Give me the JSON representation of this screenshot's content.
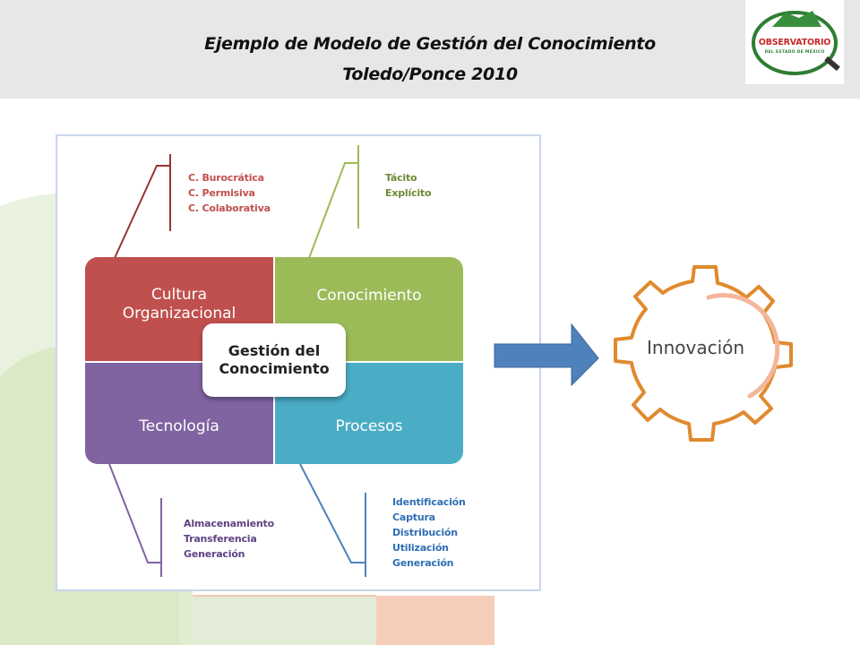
{
  "header": {
    "title_line1": "Ejemplo de Modelo de Gestión del Conocimiento",
    "title_line2": "Toledo/Ponce 2010"
  },
  "logo": {
    "name": "OBSERVATORIO",
    "subtitle": "DEL ESTADO DE MÉXICO"
  },
  "diagram": {
    "center": [
      "Gestión del",
      "Conocimiento"
    ],
    "quadrants": {
      "cultura": [
        "Cultura",
        "Organizacional"
      ],
      "conocimiento": "Conocimiento",
      "tecnologia": "Tecnología",
      "procesos": "Procesos"
    },
    "lists": {
      "cultura": [
        "C. Burocrática",
        "C. Permisiva",
        "C. Colaborativa"
      ],
      "conocimiento": [
        "Tácito",
        "Explícito"
      ],
      "tecnologia": [
        "Almacenamiento",
        "Transferencia",
        "Generación"
      ],
      "procesos": [
        "Identificación",
        "Captura",
        "Distribución",
        "Utilización",
        "Generación"
      ]
    },
    "result": "Innovación"
  },
  "colors": {
    "cultura": "#c0504d",
    "conocimiento": "#9bbb59",
    "tecnologia": "#8064a2",
    "procesos": "#4bacc6",
    "arrow": "#4f81bd",
    "gear": "#e08a2e"
  }
}
